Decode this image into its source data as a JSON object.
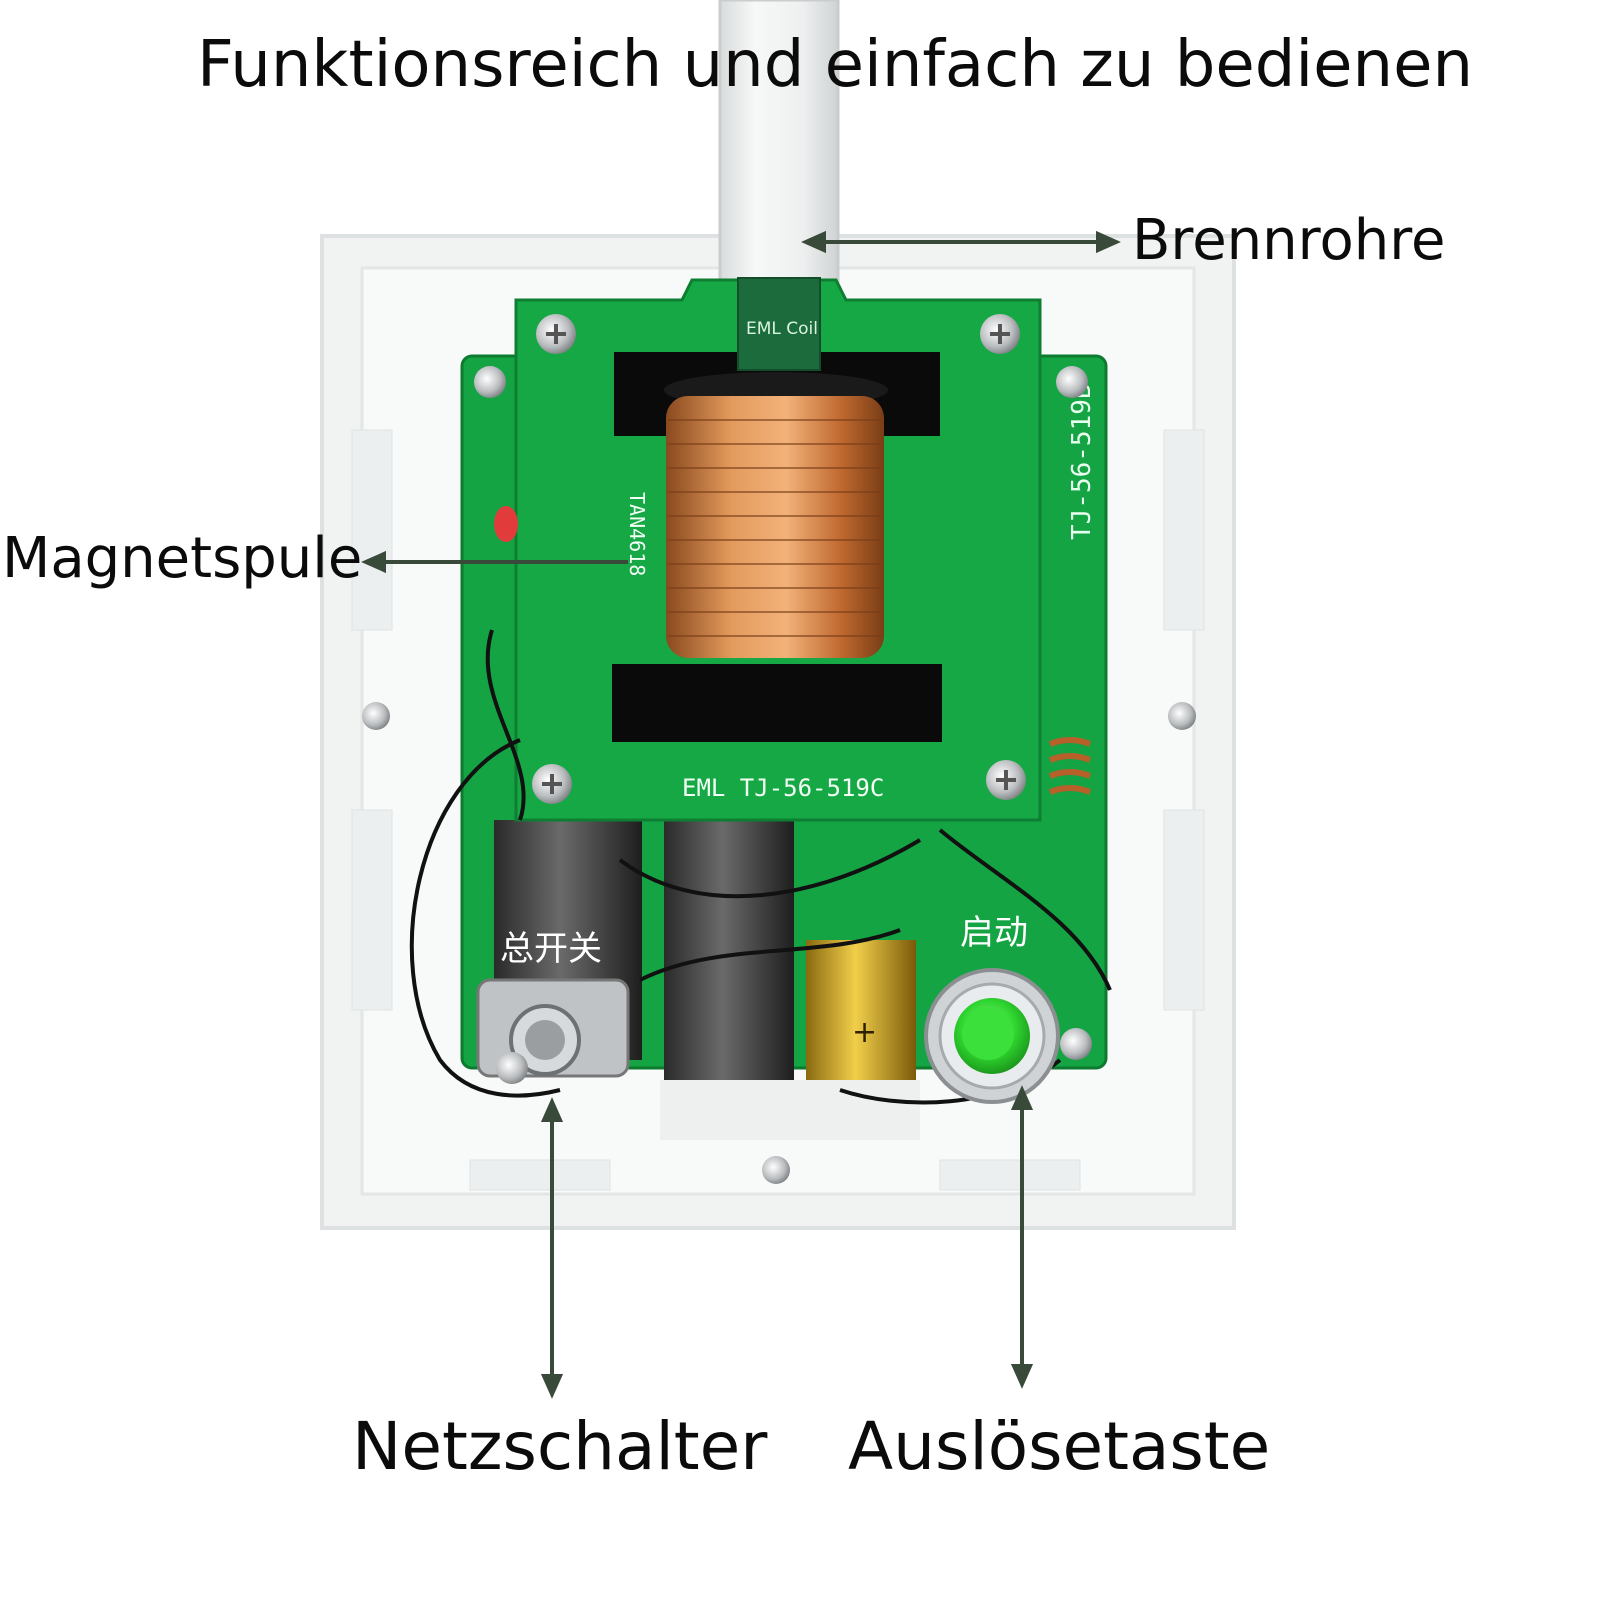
{
  "headline": "Funktionsreich und einfach zu bedienen",
  "callouts": {
    "tube": "Brennrohre",
    "coil": "Magnetspule",
    "power_switch": "Netzschalter",
    "trigger_button": "Auslösetaste"
  },
  "board": {
    "top_pcb_marking": "EML TJ-56-519C",
    "side_pcb_marking": "TJ-56-519B",
    "coil_marking": "EML Coil",
    "part_marking": "TAN4618",
    "switch_label": "总开关",
    "button_label": "启动"
  },
  "colors": {
    "pcb_green": "#14a443",
    "copper": "#c8743a",
    "button_green": "#2fd62f",
    "arrow": "#3a4a3a"
  }
}
